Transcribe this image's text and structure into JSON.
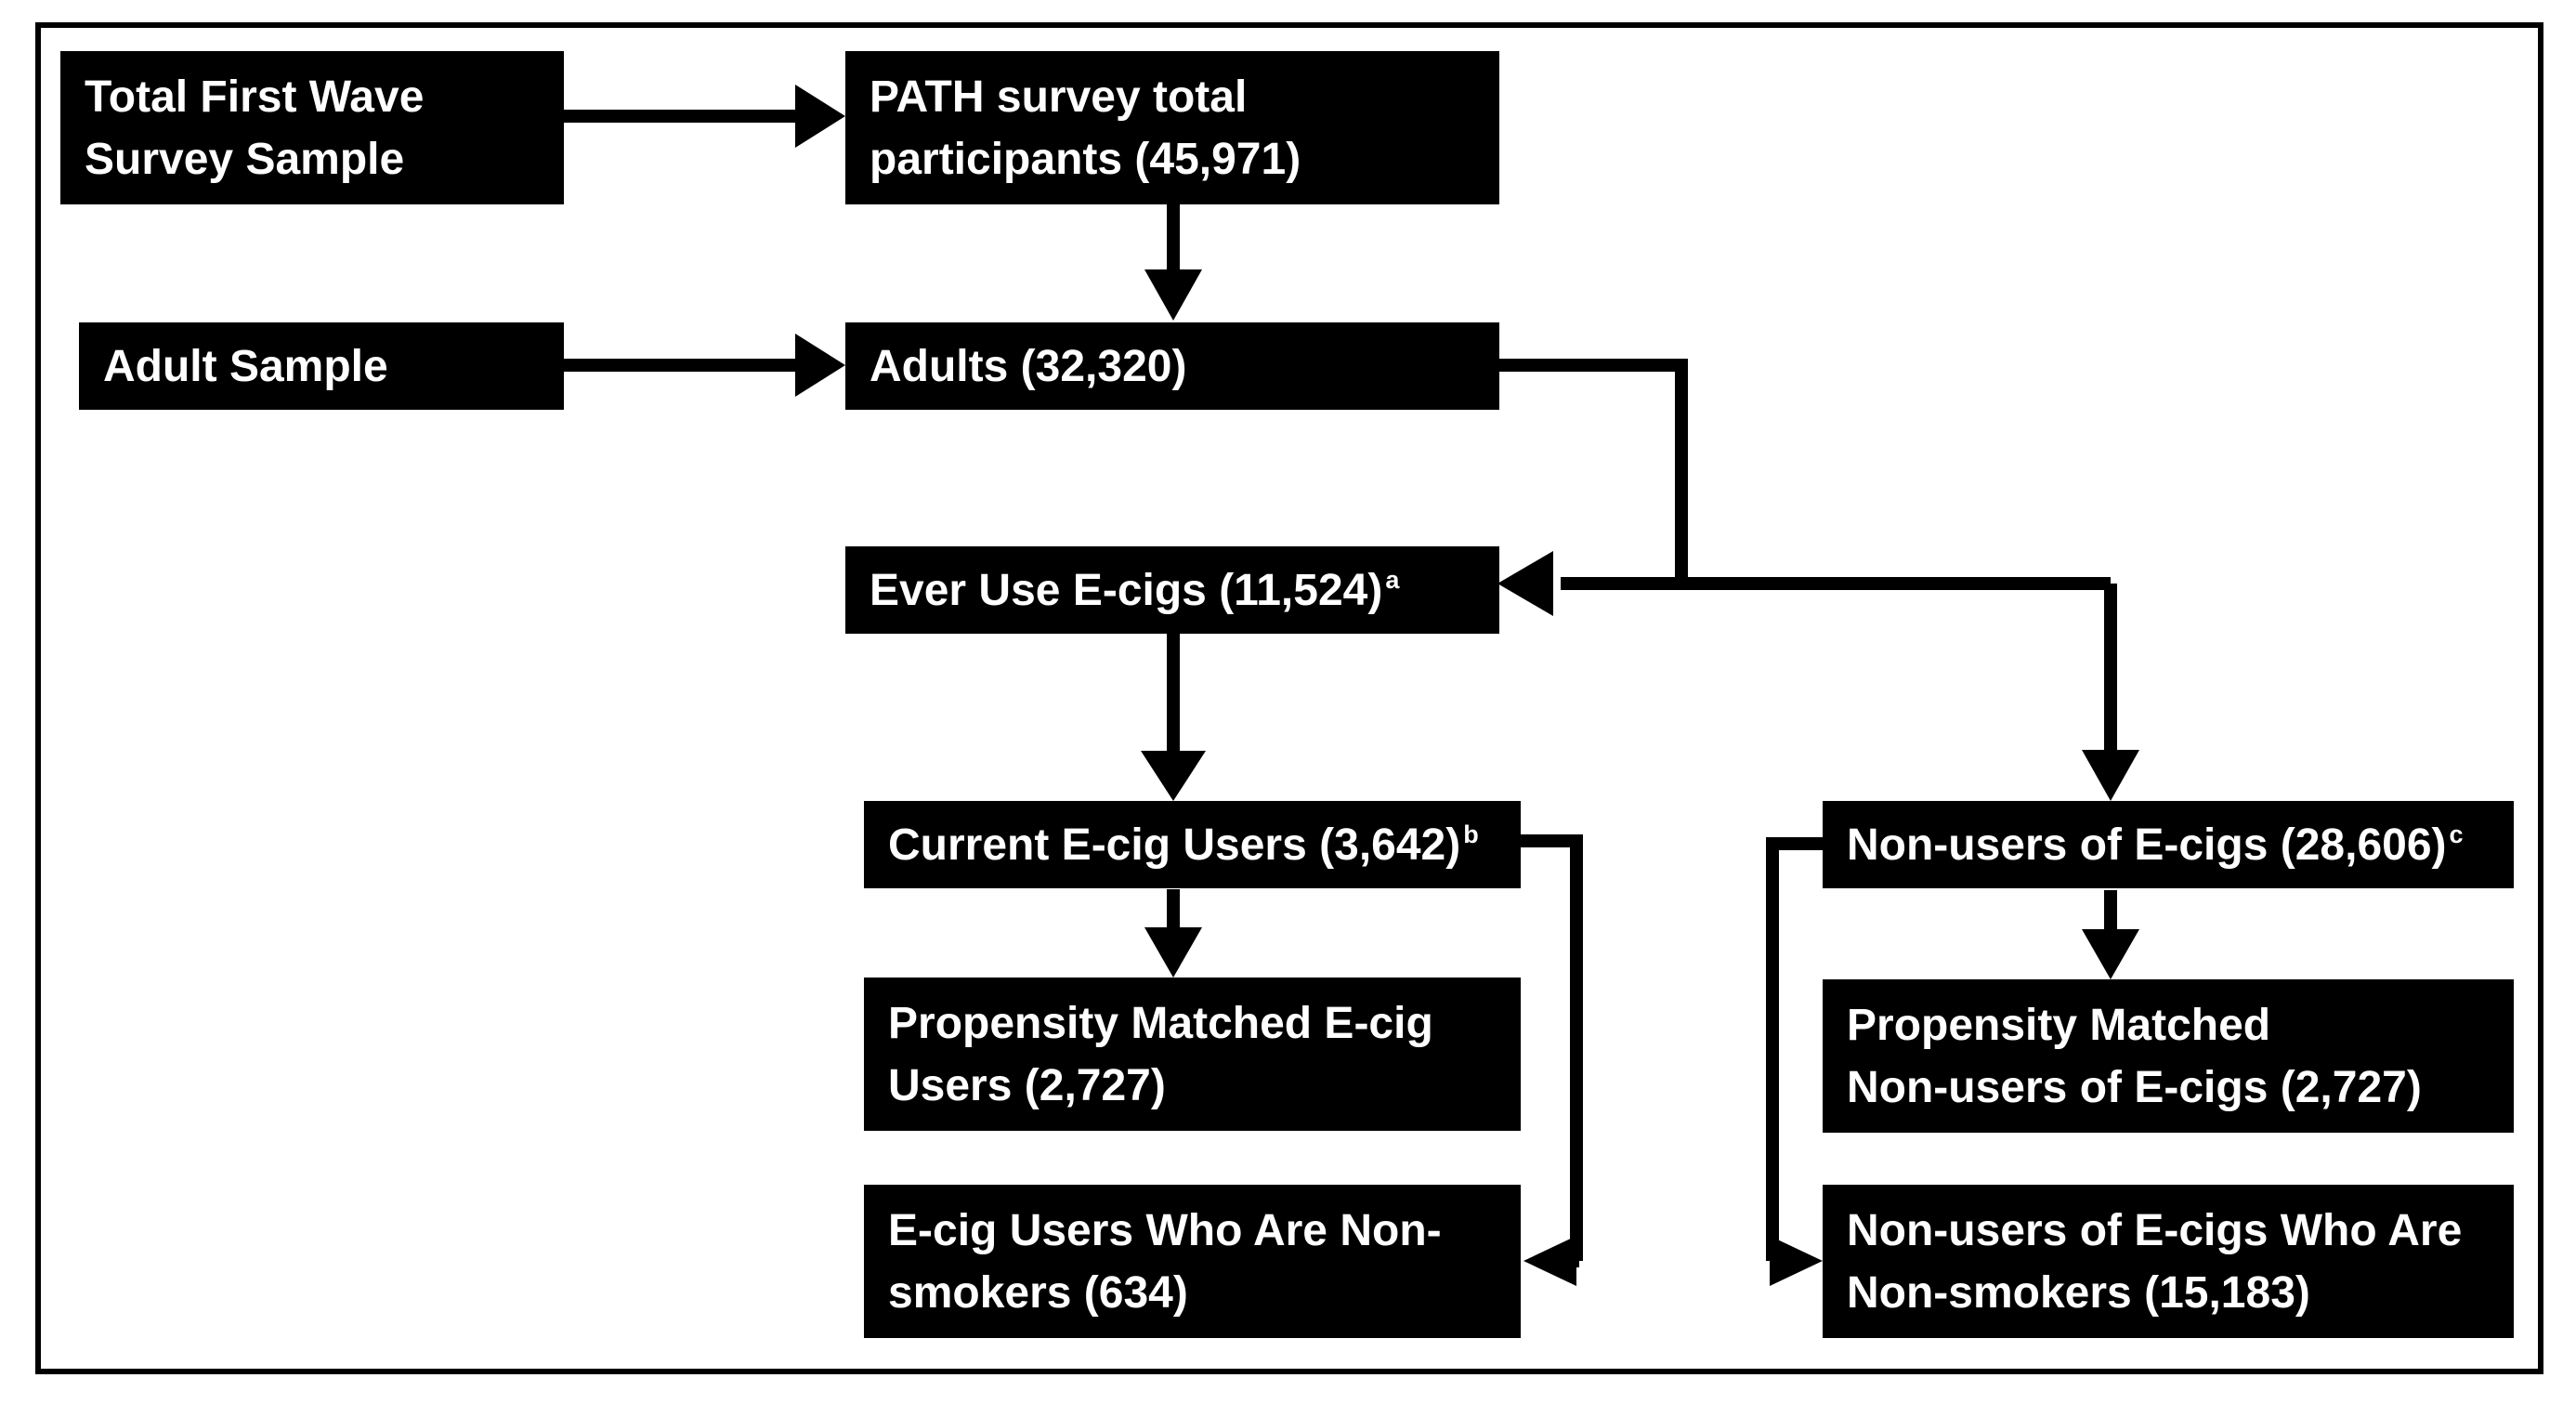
{
  "boxes": {
    "total_sample": {
      "line1": "Total First Wave",
      "line2": "Survey Sample"
    },
    "path_total": {
      "line1": "PATH survey total",
      "line2": "participants (45,971)"
    },
    "adult_sample": {
      "text": "Adult Sample"
    },
    "adults": {
      "text": "Adults (32,320)"
    },
    "ever_use": {
      "text": "Ever Use E-cigs (11,524)",
      "note": "a"
    },
    "current_users": {
      "text": "Current E-cig Users (3,642)",
      "note": "b"
    },
    "non_users": {
      "text": "Non-users of E-cigs (28,606)",
      "note": "c"
    },
    "matched_users": {
      "line1": "Propensity Matched E-cig",
      "line2": "Users (2,727)"
    },
    "matched_non_users": {
      "line1": "Propensity Matched",
      "line2": "Non-users of E-cigs (2,727)"
    },
    "users_non_smokers": {
      "line1": "E-cig Users Who Are Non-",
      "line2": "smokers (634)"
    },
    "non_users_non_smokers": {
      "line1": "Non-users of E-cigs Who Are",
      "line2": "Non-smokers (15,183)"
    }
  }
}
